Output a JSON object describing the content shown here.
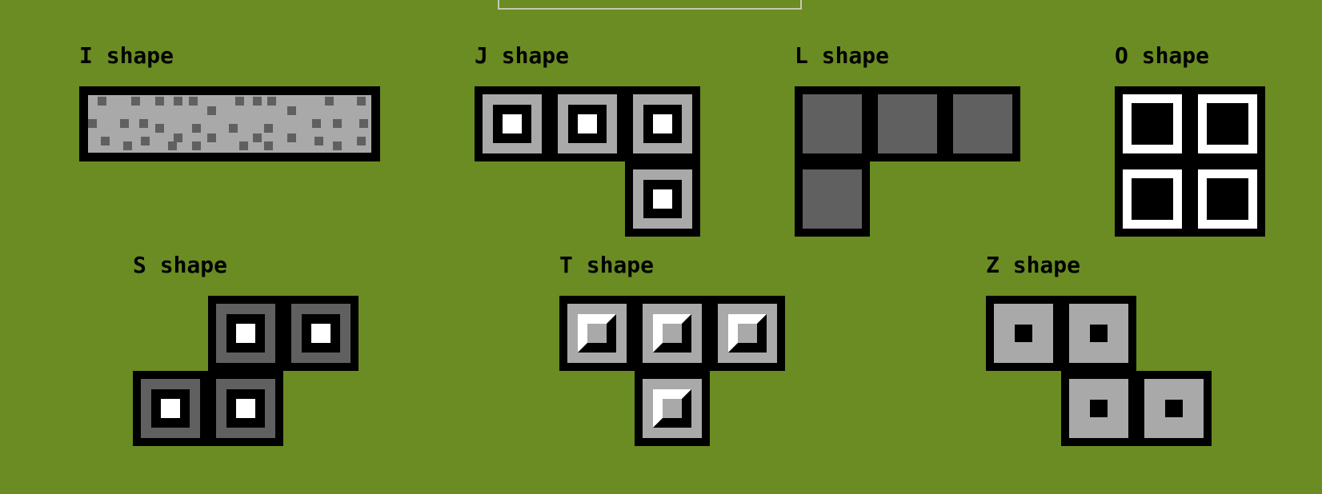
{
  "shapes": {
    "i": {
      "label": "I shape"
    },
    "j": {
      "label": "J shape"
    },
    "l": {
      "label": "L shape"
    },
    "o": {
      "label": "O shape"
    },
    "s": {
      "label": "S shape"
    },
    "t": {
      "label": "T shape"
    },
    "z": {
      "label": "Z shape"
    }
  },
  "colors": {
    "background": "#6a8c22",
    "block_outline": "#000000",
    "light_gray": "#a9a9a9",
    "dark_gray": "#606060",
    "white": "#ffffff"
  }
}
